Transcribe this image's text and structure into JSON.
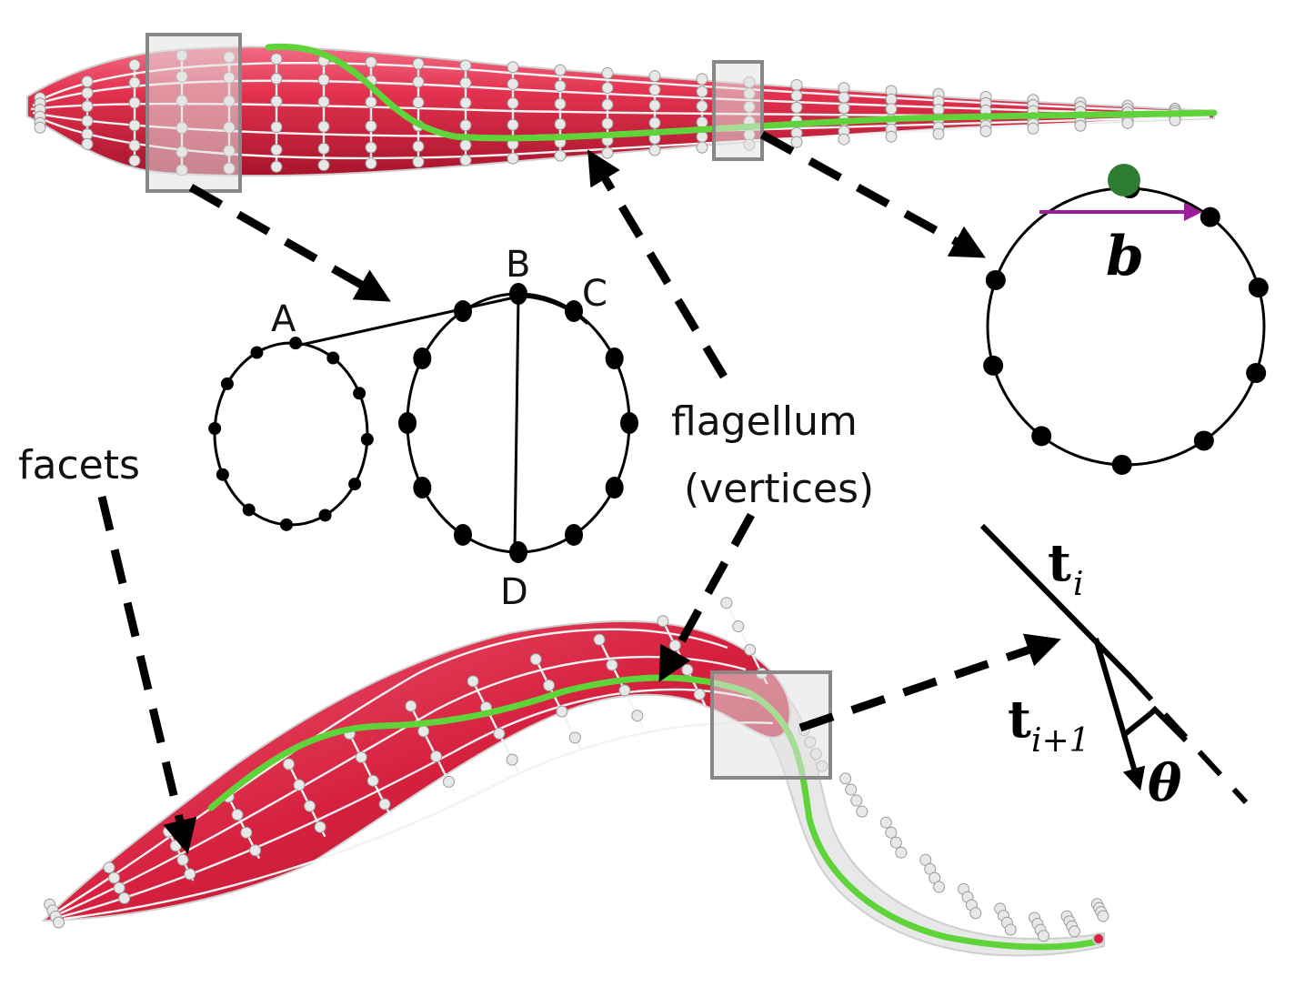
{
  "labels": {
    "facets": "facets",
    "flagellum_line1": "flagellum",
    "flagellum_line2": "(vertices)",
    "point_a": "A",
    "point_b": "B",
    "point_c": "C",
    "point_d": "D",
    "vector_b": "b",
    "tangent_i": "t",
    "tangent_i_sub": "i",
    "tangent_next": "t",
    "tangent_next_sub": "i+1",
    "angle_theta": "θ"
  },
  "colors": {
    "body_red": "#d5203f",
    "body_red_light": "#f0607a",
    "mesh_white": "#f3f3f3",
    "flagellum_green": "#5fd43a",
    "highlight_box": "#888888",
    "marker_green": "#2f7d32",
    "vector_purple": "#9a1e9a",
    "ink": "#000000"
  }
}
